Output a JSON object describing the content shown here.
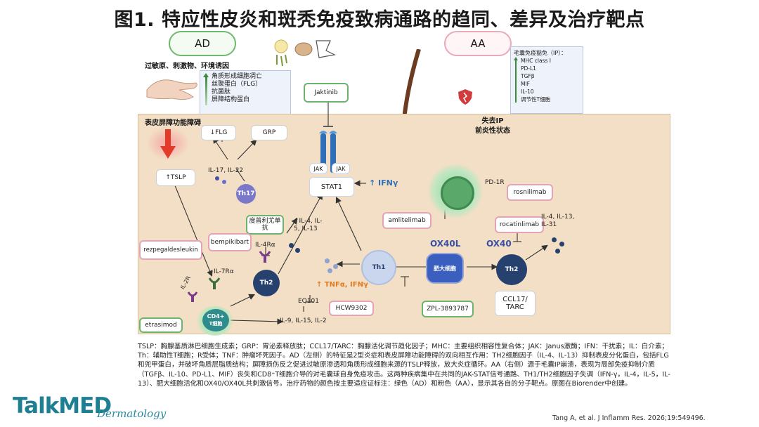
{
  "title": "图1. 特应性皮炎和斑秃免疫致病通路的趋同、差异及治疗靶点",
  "labels": {
    "ad": "AD",
    "aa": "AA",
    "triggers": "过敏原、刺激物、环境诱因",
    "barrier_dysfunction": "表皮屏障功能障碍",
    "loss_ip": "失去IP",
    "proinflammatory": "前炎性状态"
  },
  "ad_barrier_list": [
    "角质形成细胞凋亡",
    "丝聚蛋白（FLG）",
    "抗菌肽",
    "屏障结构蛋白"
  ],
  "aa_ip_box": {
    "title": "毛囊免疫豁免（IP）：",
    "items": [
      "MHC class I",
      "PD-L1",
      "TGFβ",
      "MIF",
      "IL-10",
      "调节性T细胞"
    ]
  },
  "nodes": {
    "tslp": "↑TSLP",
    "flg": "↓FLG",
    "grp": "GRP",
    "il17_22": "IL-17, IL-22",
    "th17": "Th17",
    "jak_left": "JAK",
    "jak_right": "JAK",
    "stat1": "STAT1",
    "ifng": "↑ IFNγ",
    "pd1r": "PD-1R",
    "il4_5_13_left": "↑IL-4, IL-5, IL-13",
    "il4ra": "IL-4Rα",
    "th2_left": "Th2",
    "il7ra": "IL-7Rα",
    "il2r": "IL-2R",
    "cd4": "CD4+",
    "cd4_sub": "T细胞",
    "il9_15_2": "IL-9, IL-15, IL-2",
    "tnfa_ifng": "↑ TNFα, IFNγ",
    "th1": "Th1",
    "mast": "肥大细胞",
    "ox40l": "OX40L",
    "ox40": "OX40",
    "th2_right": "Th2",
    "il4_13_31": "IL-4, IL-13, IL-31",
    "ccl17": "CCL17/ TARC"
  },
  "drugs": {
    "jaktinib": "Jaktinib",
    "rosnilimab": "rosnilimab",
    "amlitelimab": "amlitelimab",
    "rocatinlimab": "rocatinlimab",
    "dupilumab": "度普利尤单抗",
    "bempikibart": "bempikibart",
    "rezpegaldesleukin": "rezpegaldesleukin",
    "etrasimod": "etrasimod",
    "eq101": "EQ101",
    "hcw9302": "HCW9302",
    "zpl": "ZPL-3893787"
  },
  "caption": [
    "TSLP：胸腺基质淋巴细胞生成素；GRP：胃泌素释放肽；CCL17/TARC：胸腺活化调节趋化因子；MHC：主要组织相容性复合体；JAK：Janus激酶；IFN：干扰素；IL：白介素；Th：辅助性T细胞；R受体；TNF：肿瘤坏死因子。AD（左侧）的特征是2型炎症和表皮屏障功能障碍的双向相互作用：TH2细胞因子（IL-4、IL-13）抑制表皮分化蛋白，包括FLG和兜甲蛋白，并破坏角质层脂质结构；屏障损伤反之促进过敏原渗透和角质形成细胞来源的TSLP释放，放大炎症循环。AA（右侧）源于毛囊IP崩溃，表现为局部免疫抑制介质（TGFβ、IL-10、PD-L1、MIF）丧失和CD8⁺T细胞介导的对毛囊球自身免疫攻击。这两种疾病集中在共同的JAK-STAT信号通路、TH1/TH2细胞因子失调（IFN-γ，IL-4，IL-5，IL-13）、肥大细胞活化和OX40/OX40L共刺激信号。治疗药物的颜色按主要适应证标注：绿色（AD）和粉色（AA），显示其各自的分子靶点。原图在Biorender中创建。"
  ],
  "brand": {
    "name": "TalkMED",
    "sub": "Dermatology"
  },
  "citation": "Tang A, et al. J Inflamm Res. 2026;19:549496.",
  "colors": {
    "panel": "#f3dfc5",
    "ad_green": "#6cb46c",
    "aa_pink": "#e3a4b6",
    "th2_blue": "#27416f",
    "stat_blue": "#2e6fb7"
  }
}
